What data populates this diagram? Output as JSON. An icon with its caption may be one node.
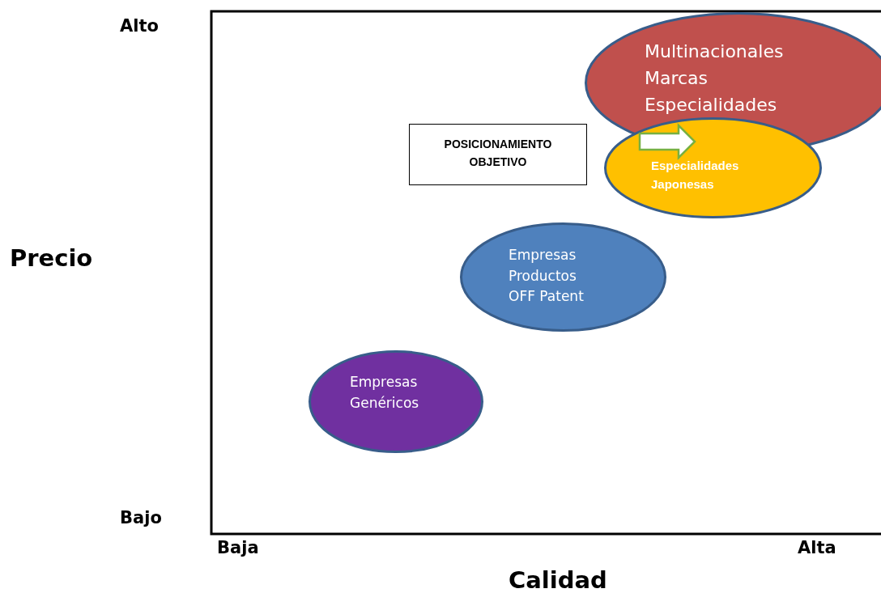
{
  "diagram": {
    "nodes": [
      {
        "text": [
          "Multinacionales Marcas Especialidades"
        ]
      },
      {
        "text": [
          "POSICIONAMIENTO OBJETIVO"
        ]
      },
      {
        "text": [
          "Especialidades Japonesas"
        ]
      },
      {
        "text": [
          "Empresas Productos OFF Patent"
        ]
      },
      {
        "text": [
          "Empresas Genéricos"
        ]
      }
    ],
    "edges": [
      {
        "from": 2,
        "to": 0,
        "arrow": "to"
      }
    ],
    "labels": [
      "Alto",
      "Precio",
      "Bajo",
      "Baja",
      "Alta",
      "Calidad"
    ]
  }
}
